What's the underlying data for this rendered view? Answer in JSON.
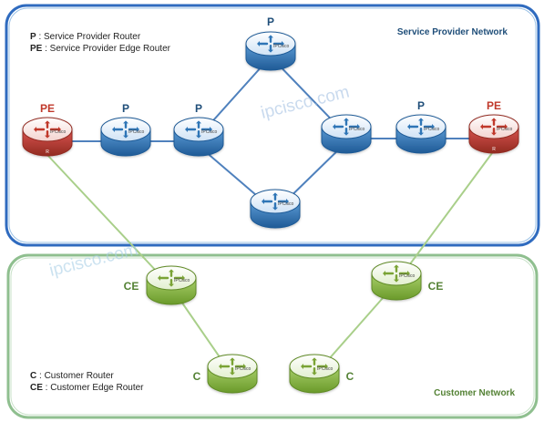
{
  "legend_top": [
    {
      "abbr": "P",
      "desc": " : Service Provider Router"
    },
    {
      "abbr": "PE",
      "desc": " : Service Provider Edge Router"
    }
  ],
  "legend_bottom": [
    {
      "abbr": "C",
      "desc": " : Customer Router"
    },
    {
      "abbr": "CE",
      "desc": " : Customer Edge Router"
    }
  ],
  "sp_network_label": "Service Provider Network",
  "customer_network_label": "Customer Network",
  "watermarks": [
    "ipcisco.com",
    "ipcisco.com"
  ],
  "router_brand": "IPCisco",
  "routers": {
    "pe_left": {
      "label": "PE",
      "badge": "R"
    },
    "p1": {
      "label": "P"
    },
    "p2": {
      "label": "P"
    },
    "p_top": {
      "label": "P"
    },
    "p_bottom": {
      "label": ""
    },
    "p_mid_right": {
      "label": ""
    },
    "p5": {
      "label": "P"
    },
    "pe_right": {
      "label": "PE",
      "badge": "R"
    },
    "ce_left": {
      "label": "CE"
    },
    "ce_right": {
      "label": "CE"
    },
    "c_left": {
      "label": "C"
    },
    "c_right": {
      "label": "C"
    }
  },
  "colors": {
    "sp_border": "#2f6bbf",
    "cust_border": "#8fbf8f",
    "pe_red": "#c0392b",
    "p_blue": "#2e75b6",
    "ce_green": "#7aa335",
    "label_blue": "#1f4e79",
    "label_red": "#c0392b",
    "label_green": "#548235"
  }
}
